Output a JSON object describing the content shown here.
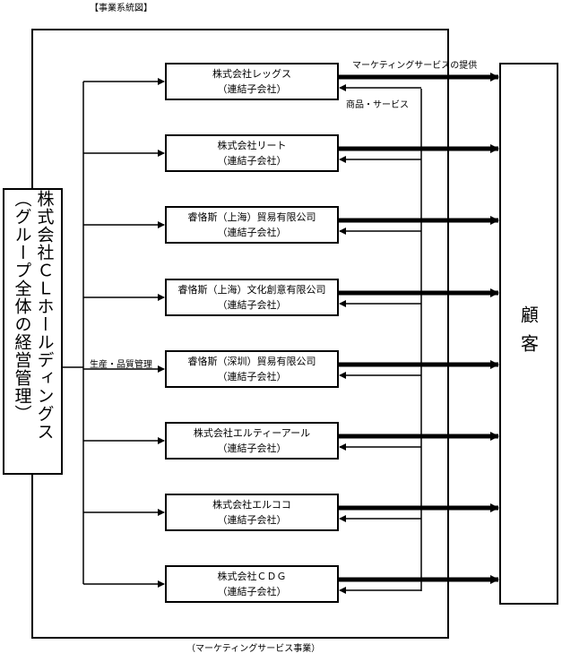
{
  "diagram_title": "【事業系統図】",
  "holding": {
    "name": "株式会社ＣＬホールディングス",
    "role": "（グループ全体の経営管理）"
  },
  "customer": "顧客",
  "labels": {
    "marketing_provision": "マーケティングサービスの提供",
    "goods_services": "商品・サービス",
    "production_quality": "生産・品質管理",
    "segment": "（マーケティングサービス事業）"
  },
  "subsidiaries": [
    {
      "name": "株式会社レッグス",
      "type": "（連結子会社）"
    },
    {
      "name": "株式会社リート",
      "type": "（連結子会社）"
    },
    {
      "name": "睿恪斯（上海）貿易有限公司",
      "type": "（連結子会社）"
    },
    {
      "name": "睿恪斯（上海）文化創意有限公司",
      "type": "（連結子会社）"
    },
    {
      "name": "睿恪斯（深圳）貿易有限公司",
      "type": "（連結子会社）"
    },
    {
      "name": "株式会社エルティーアール",
      "type": "（連結子会社）"
    },
    {
      "name": "株式会社エルココ",
      "type": "（連結子会社）"
    },
    {
      "name": "株式会社ＣＤＧ",
      "type": "（連結子会社）"
    }
  ]
}
